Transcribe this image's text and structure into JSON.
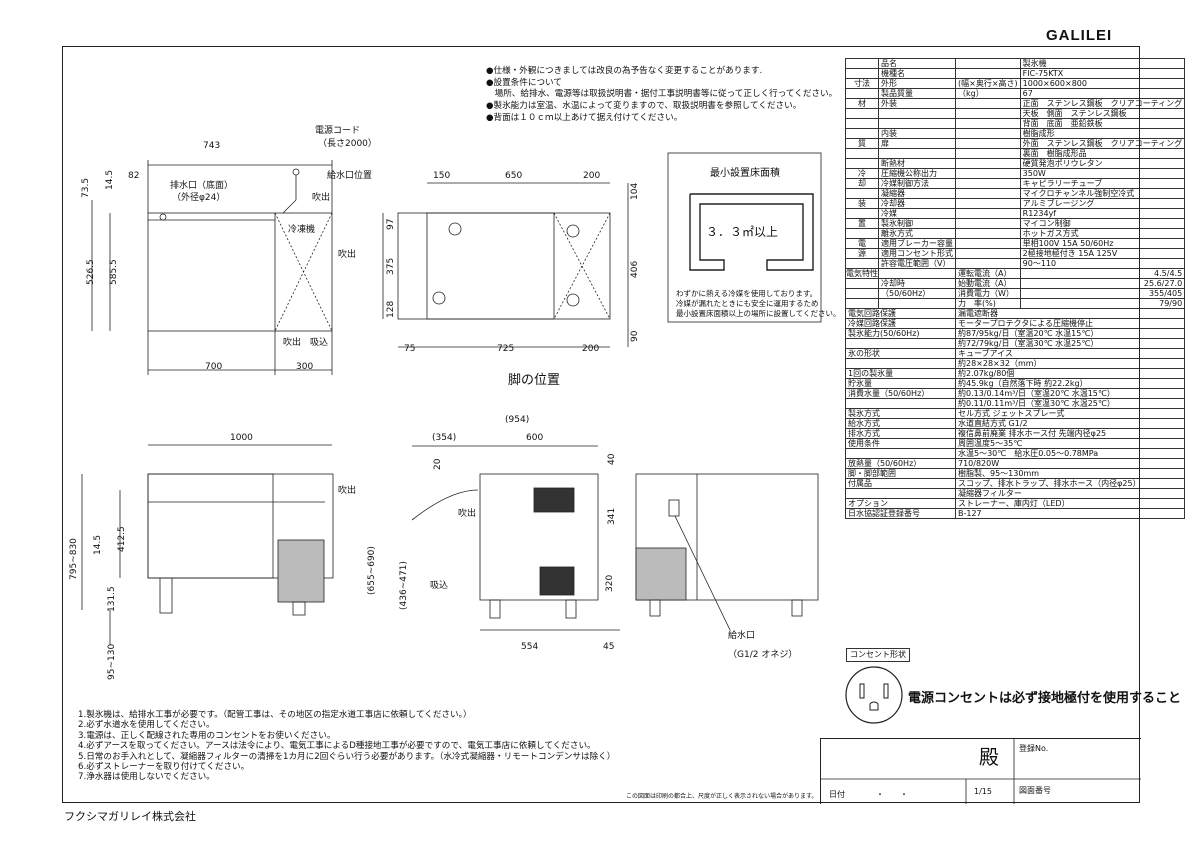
{
  "brand": "GALILEI",
  "notes": [
    "●仕様・外観につきましては改良の為予告なく変更することがあります.",
    "●設置条件について",
    "　場所、給排水、電源等は取扱説明書・据付工事説明書等に従って正しく行ってください。",
    "●製氷能力は室温、水温によって変りますので、取扱説明書を参照してください。",
    "●背面は１０ｃｍ以上あけて据え付けてください。"
  ],
  "min_area": {
    "title": "最小設置床面積",
    "value": "３．３㎡以上",
    "note": [
      "わずかに熱える冷媒を使用しております。",
      "冷媒が漏れたときにも安全に運用するため",
      "最小設置床面積以上の場所に設置してください。"
    ]
  },
  "plan_view": {
    "dims": [
      "743",
      "82",
      "73.5",
      "14.5",
      "526.5",
      "585.5",
      "700",
      "300"
    ],
    "drain_label": "排水口（底面）",
    "drain_dia": "（外径φ24）",
    "cord_label": "電源コード",
    "cord_len": "（長さ2000）",
    "water_inlet": "給水口位置",
    "exhaust": "吹出",
    "freezer": "冷凍機",
    "intake": "吸込"
  },
  "leg_view": {
    "title": "脚の位置",
    "dims": [
      "150",
      "650",
      "200",
      "104",
      "97",
      "375",
      "128",
      "406",
      "90",
      "75",
      "725",
      "200"
    ]
  },
  "front_view": {
    "dims": [
      "1000",
      "795~830",
      "14.5",
      "412.5",
      "131.5",
      "95~130"
    ],
    "exhaust": "吹出"
  },
  "side_view": {
    "dims": [
      "(954)",
      "(354)",
      "600",
      "20",
      "(655~690)",
      "(436~471)",
      "554",
      "45",
      "40",
      "341",
      "320"
    ],
    "exhaust": "吹出",
    "intake": "吸込",
    "water_inlet": "給水口",
    "water_inlet_size": "（G1/2 オネジ）"
  },
  "spec_rows": [
    [
      "",
      "品名",
      "",
      "製氷機"
    ],
    [
      "",
      "機種名",
      "",
      "FIC-75KTX"
    ],
    [
      "寸法",
      "外形",
      "(幅×奥行×高さ)",
      "1000×600×800"
    ],
    [
      "",
      "製品質量",
      "（kg）",
      "67"
    ],
    [
      "材",
      "外装",
      "",
      "正面　ステンレス鋼板　クリアコーティング"
    ],
    [
      "",
      "",
      "",
      "天板　側面　ステンレス鋼板"
    ],
    [
      "",
      "",
      "",
      "背面　底面　亜鉛鉄板"
    ],
    [
      "",
      "内装",
      "",
      "樹脂成形"
    ],
    [
      "質",
      "扉",
      "",
      "外面　ステンレス鋼板　クリアコーティング"
    ],
    [
      "",
      "",
      "",
      "裏面　樹脂成形品"
    ],
    [
      "",
      "断熱材",
      "",
      "硬質発泡ポリウレタン"
    ],
    [
      "冷",
      "圧縮機公称出力",
      "",
      "350W"
    ],
    [
      "却",
      "冷媒制御方法",
      "",
      "キャピラリーチューブ"
    ],
    [
      "",
      "凝縮器",
      "",
      "マイクロチャンネル強制空冷式"
    ],
    [
      "装",
      "冷却器",
      "",
      "アルミブレージング"
    ],
    [
      "",
      "冷媒",
      "",
      "R1234yf"
    ],
    [
      "置",
      "製氷制御",
      "",
      "マイコン制御"
    ],
    [
      "",
      "離氷方式",
      "",
      "ホットガス方式"
    ],
    [
      "電",
      "適用ブレーカー容量",
      "",
      "単相100V 15A 50/60Hz"
    ],
    [
      "源",
      "適用コンセント形式",
      "",
      "2極接地極付き 15A 125V"
    ],
    [
      "",
      "許容電圧範囲（V）",
      "",
      "90～110"
    ]
  ],
  "elec_rows": [
    [
      "運転電流（A）",
      "4.5/4.5"
    ],
    [
      "始動電流（A）",
      "25.6/27.0"
    ],
    [
      "消費電力（W）",
      "355/405"
    ],
    [
      "力　率(%)",
      "79/90"
    ]
  ],
  "elec_label": "冷却時",
  "elec_sub": "（50/60Hz）",
  "elec_cat": "電気特性",
  "spec_rows2": [
    [
      "電気回路保護",
      "漏電遮断器"
    ],
    [
      "冷媒回路保護",
      "モータープロテクタによる圧縮機停止"
    ],
    [
      "製氷能力(50/60Hz)",
      "約87/95kg/日（室温20℃ 水温15℃）"
    ],
    [
      "",
      "約72/79kg/日（室温30℃ 水温25℃）"
    ],
    [
      "氷の形状",
      "キューブアイス"
    ],
    [
      "",
      "約28×28×32（mm）"
    ],
    [
      "1回の製氷量",
      "約2.07kg/80個"
    ],
    [
      "貯氷量",
      "約45.9kg（自然落下時 約22.2kg）"
    ],
    [
      "消費水量（50/60Hz）",
      "約0.13/0.14m³/日（室温20℃ 水温15℃）"
    ],
    [
      "",
      "約0.11/0.11m³/日（室温30℃ 水温25℃）"
    ],
    [
      "製氷方式",
      "セル方式 ジェットスプレー式"
    ],
    [
      "給水方式",
      "水道直結方式 G1/2"
    ],
    [
      "排水方式",
      "複信鼻前廃業 排水ホース付 先端内径φ25"
    ],
    [
      "使用条件",
      "周囲温度5～35℃"
    ],
    [
      "",
      "水温5～30℃　給水圧0.05～0.78MPa"
    ],
    [
      "放熱量（50/60Hz）",
      "710/820W"
    ],
    [
      "脚・脚部範囲",
      "樹脂製、95～130mm"
    ],
    [
      "付属品",
      "スコップ、排水トラップ、排水ホース（内径φ25）"
    ],
    [
      "",
      "凝縮器フィルター"
    ],
    [
      "オプション",
      "ストレーナー、庫内灯（LED）"
    ],
    [
      "日水協認証登録番号",
      "B-127"
    ]
  ],
  "outlet": {
    "label": "コンセント形状",
    "text": "電源コンセントは必ず接地極付を使用すること"
  },
  "footnotes": [
    "1.製氷機は、給排水工事が必要です。（配管工事は、その地区の指定水道工事店に依頼してください。）",
    "2.必ず水道水を使用してください。",
    "3.電源は、正しく配線された専用のコンセントをお使いください。",
    "4.必ずアースを取ってください。アースは法令により、電気工事によるD種接地工事が必要ですので、電気工事店に依頼してください。",
    "5.日常のお手入れとして、凝縮器フィルターの清掃を1カ月に2回ぐらい行う必要があります。（水冷式凝縮器・リモートコンデンサは除く）",
    "6.必ずストレーナーを取り付けてください。",
    "7.浄水器は使用しないでください。"
  ],
  "fine_print": "この図面は印刷の都合上、尺度が正しく表示されない場合があります。",
  "company": "フクシマガリレイ株式会社",
  "title_block": {
    "honorific": "殿",
    "approval_no": "登録No.",
    "date_label": "日付",
    "date_dots": "・　　・",
    "scale": "1/15",
    "drawing_no": "図面番号"
  }
}
